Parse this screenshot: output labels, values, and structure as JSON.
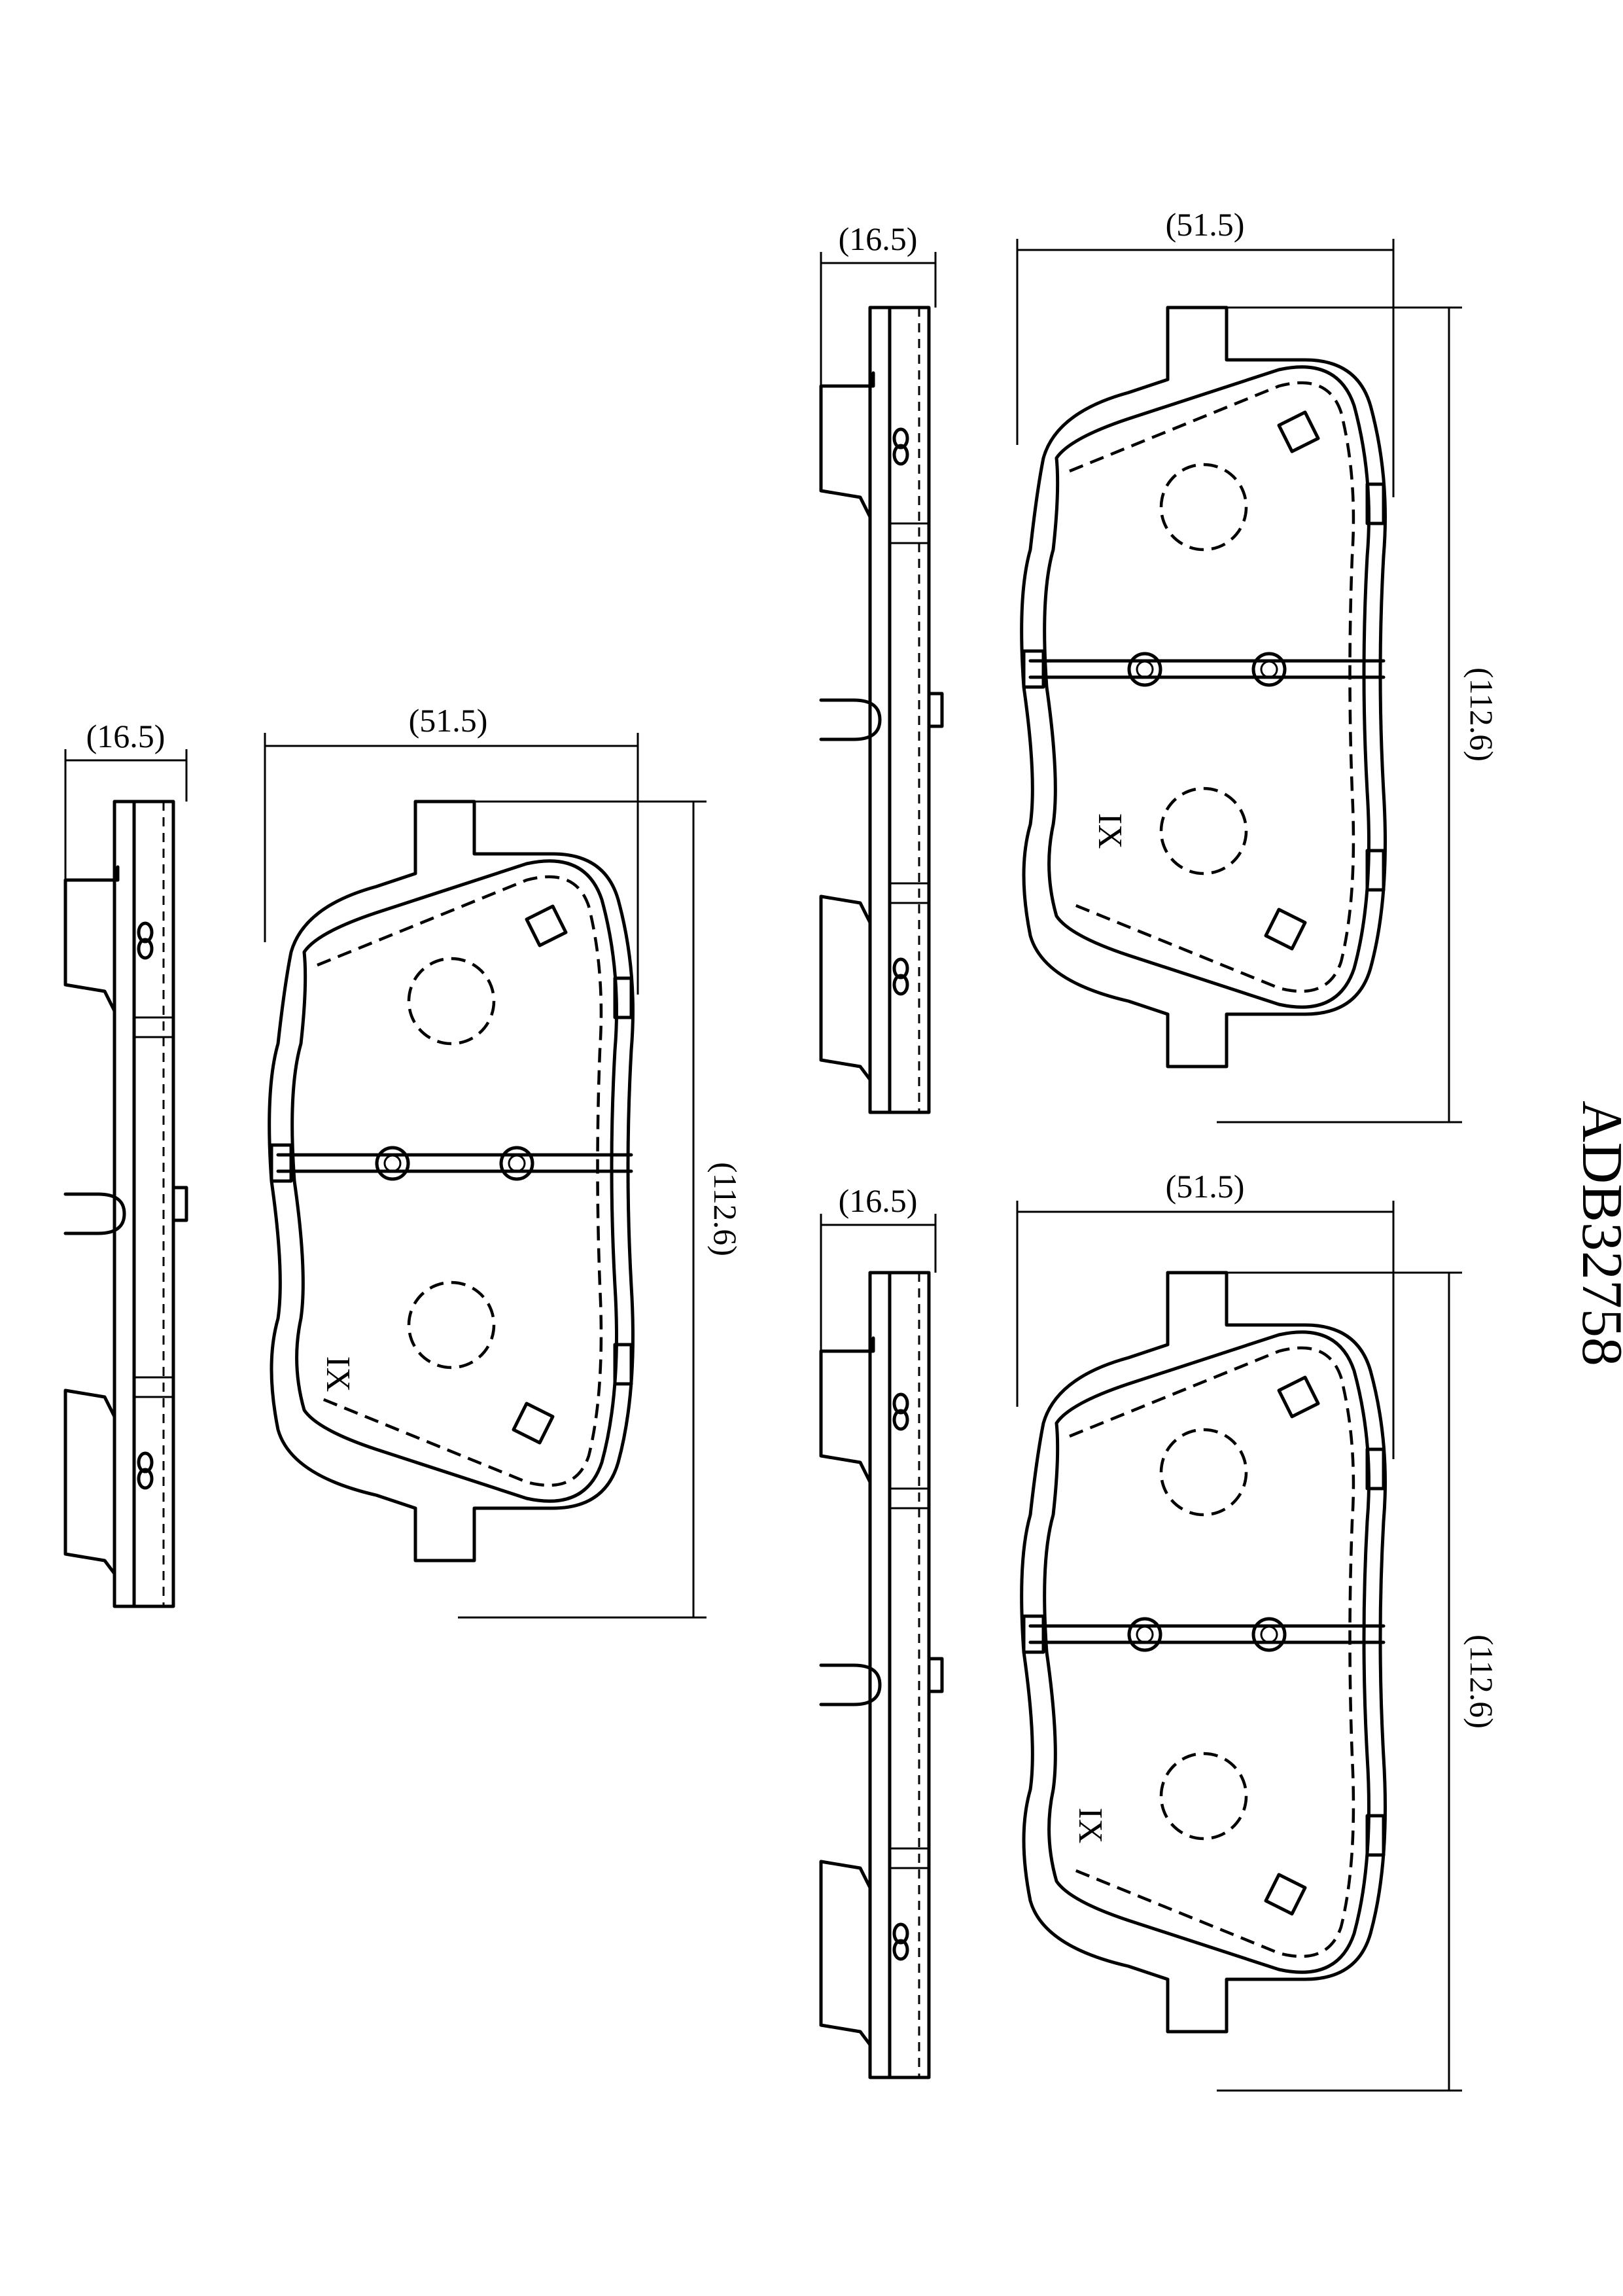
{
  "part_number": "ADB32758",
  "views": [
    {
      "id": "left",
      "thickness_label": "(16.5)",
      "width_label": "(51.5)",
      "height_label": "(112.6)",
      "marking": "IX"
    },
    {
      "id": "top-right",
      "thickness_label": "(16.5)",
      "width_label": "(51.5)",
      "height_label": "(112.6)",
      "marking": "IX"
    },
    {
      "id": "bottom-right",
      "thickness_label": "(16.5)",
      "width_label": "(51.5)",
      "height_label": "(112.6)",
      "marking": "IX"
    }
  ]
}
